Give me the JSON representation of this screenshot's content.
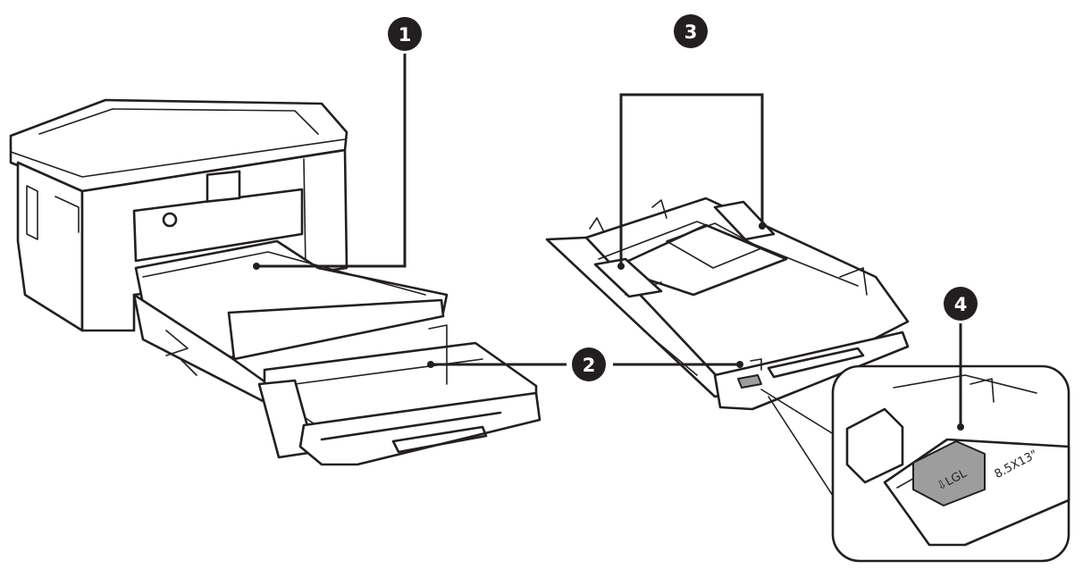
{
  "callouts": [
    {
      "number": "1"
    },
    {
      "number": "2"
    },
    {
      "number": "3"
    },
    {
      "number": "4"
    }
  ],
  "inset": {
    "guide_label": "⇩LGL",
    "size_label": "8.5X13\""
  }
}
